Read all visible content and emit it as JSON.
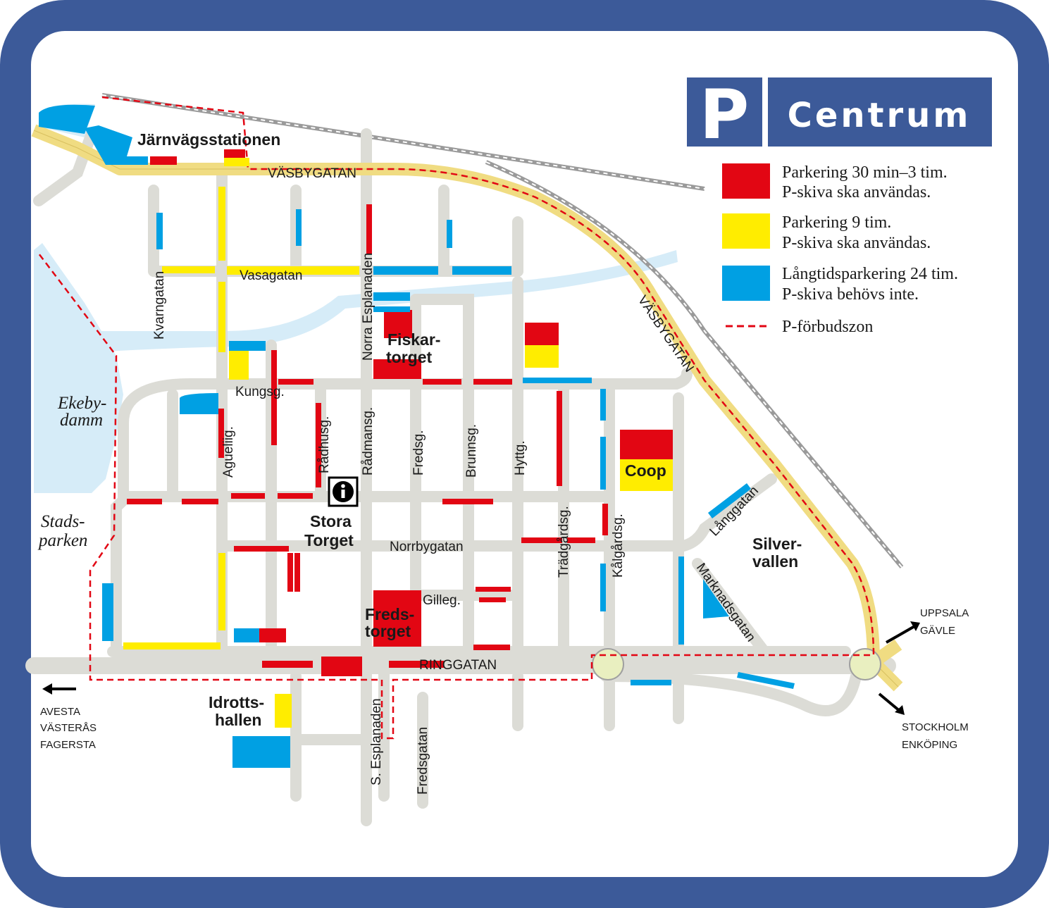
{
  "sign": {
    "letter": "P",
    "title": "Centrum"
  },
  "legend": [
    {
      "line1": "Parkering 30 min–3 tim.",
      "line2": "P-skiva ska användas.",
      "color": "#e20613"
    },
    {
      "line1": "Parkering 9 tim.",
      "line2": "P-skiva ska användas.",
      "color": "#ffed00"
    },
    {
      "line1": "Långtidsparkering 24 tim.",
      "line2": "P-skiva behövs inte.",
      "color": "#00a0e3"
    },
    {
      "line1": "P-förbudszon",
      "line2": "",
      "color": "#e20613"
    }
  ],
  "places": {
    "station": "Järnvägsstationen",
    "fiskar1": "Fiskar-",
    "fiskar2": "torget",
    "stora1": "Stora",
    "stora2": "Torget",
    "freds1": "Freds-",
    "freds2": "torget",
    "coop": "Coop",
    "silver1": "Silver-",
    "silver2": "vallen",
    "idrotts1": "Idrotts-",
    "idrotts2": "hallen",
    "ekeby1": "Ekeby-",
    "ekeby2": "damm",
    "stads1": "Stads-",
    "stads2": "parken"
  },
  "streets": {
    "vasbygatan_top": "VÄSBYGATAN",
    "vasbygatan_diag": "VÄSBYGATAN",
    "vasagatan": "Vasagatan",
    "kvarngatan": "Kvarngatan",
    "norra_esplanaden": "Norra Esplanaden",
    "kungsg": "Kungsg.",
    "aguelig": "Agueliig.",
    "radhusg": "Rådhusg.",
    "radmansg": "Rådmansg.",
    "fredsg": "Fredsg.",
    "brunnsg": "Brunnsg.",
    "hyttg": "Hyttg.",
    "tradgardsg": "Trädgårdsg.",
    "kalgardsg": "Kålgårdsg.",
    "langgatan": "Långgatan",
    "marknadsgatan": "Marknadsgatan",
    "norrbygatan": "Norrbygatan",
    "gilleg": "Gilleg.",
    "ringgatan": "RINGGATAN",
    "s_esplanaden": "S. Esplanaden",
    "fredsgatan": "Fredsgatan"
  },
  "directions": {
    "ne1": "UPPSALA",
    "ne2": "GÄVLE",
    "se1": "STOCKHOLM",
    "se2": "ENKÖPING",
    "w1": "AVESTA",
    "w2": "VÄSTERÅS",
    "w3": "FAGERSTA"
  },
  "colors": {
    "frame": "#3c5a99",
    "road": "#dcdcd6",
    "main_road": "#f0dc82",
    "water": "#d6ecf8",
    "red": "#e20613",
    "yellow": "#ffed00",
    "blue": "#00a0e3"
  }
}
